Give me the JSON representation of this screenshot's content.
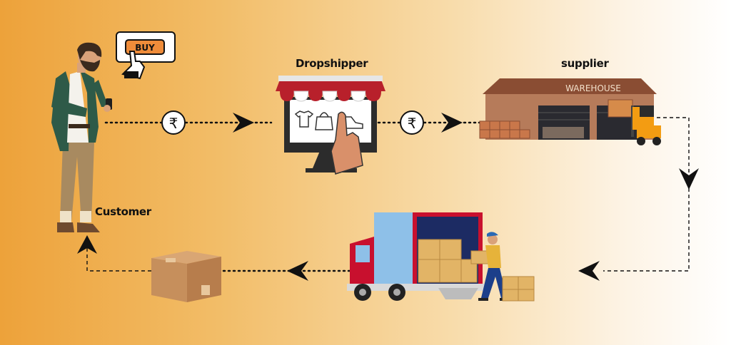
{
  "labels": {
    "dropshipper": "Dropshipper",
    "supplier": "supplier",
    "customer": "Customer"
  },
  "buy_button": {
    "label": "BUY"
  },
  "warehouse": {
    "sign": "WAREHOUSE"
  },
  "payment_symbol": "₹",
  "colors": {
    "background_left": "#eda23a",
    "background_right": "#ffffff",
    "awning_red": "#b8202b",
    "truck_blue": "#8ec0e8",
    "truck_red": "#c8102e",
    "box_tan": "#c99a63",
    "forklift_orange": "#f39c12"
  },
  "icons": [
    "buy-button-icon",
    "rupee-icon",
    "arrow-icon",
    "box-icon",
    "truck-icon",
    "warehouse-icon",
    "forklift-icon",
    "monitor-shop-icon"
  ]
}
